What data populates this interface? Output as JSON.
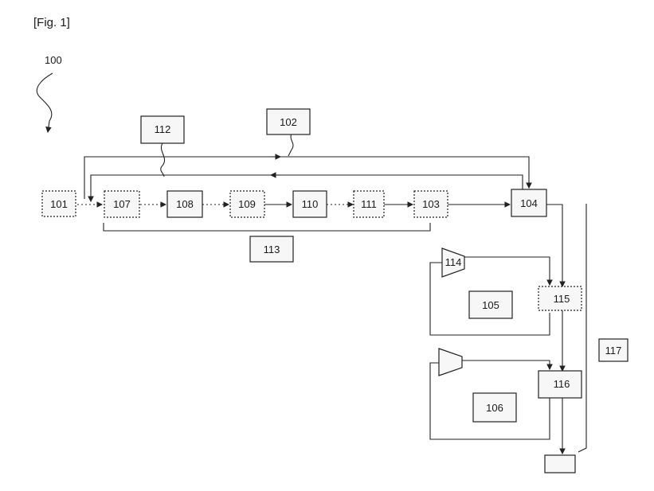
{
  "figure": {
    "label": "[Fig. 1]",
    "reference_numeral": "100"
  },
  "blocks": {
    "b101": "101",
    "b102": "102",
    "b103": "103",
    "b104": "104",
    "b105": "105",
    "b106": "106",
    "b107": "107",
    "b108": "108",
    "b109": "109",
    "b110": "110",
    "b111": "111",
    "b112": "112",
    "b113": "113",
    "b114": "114",
    "b115": "115",
    "b116": "116",
    "b117": "117"
  }
}
